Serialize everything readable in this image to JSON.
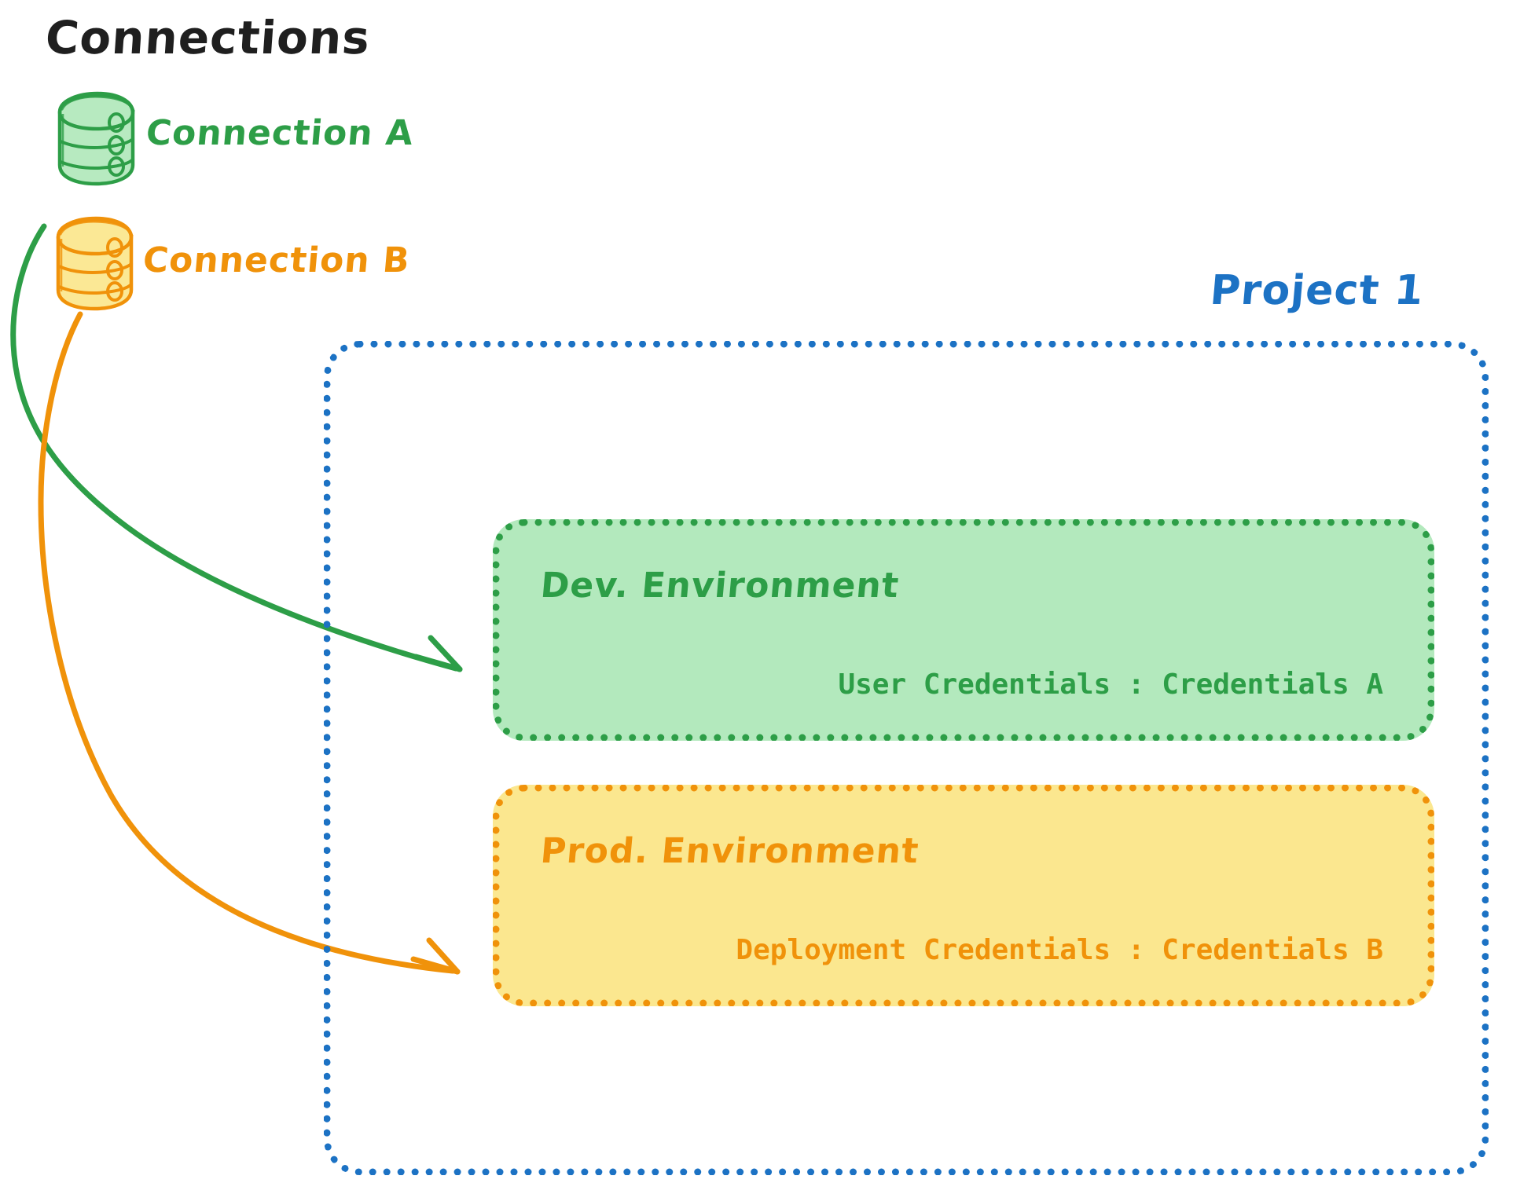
{
  "diagram": {
    "title": "Connections",
    "connections_heading": "Connections",
    "connections": [
      {
        "id": "connection-a",
        "label": "Connection A",
        "icon": "database-cylinder-icon",
        "color": "#2d9e47",
        "fill": "#b3e9bd"
      },
      {
        "id": "connection-b",
        "label": "Connection B",
        "icon": "database-cylinder-icon",
        "color": "#f0920a",
        "fill": "#fbe78f"
      }
    ],
    "project": {
      "title": "Project 1",
      "color": "#1c72c4",
      "environments": [
        {
          "id": "dev-environment",
          "title": "Dev. Environment",
          "credentials_label": "User Credentials",
          "credentials_value": "Credentials A",
          "credentials_line": "User Credentials : Credentials A",
          "color": "#2d9e47",
          "fill": "#b3e9bd"
        },
        {
          "id": "prod-environment",
          "title": "Prod. Environment",
          "credentials_label": "Deployment Credentials",
          "credentials_value": "Credentials B",
          "credentials_line": "Deployment Credentials : Credentials B",
          "color": "#f0920a",
          "fill": "#fbe78f"
        }
      ]
    },
    "arrows": [
      {
        "id": "arrow-connection-a-to-dev",
        "from": "connection-a",
        "to": "dev-environment",
        "color": "#2d9e47"
      },
      {
        "id": "arrow-connection-b-to-prod",
        "from": "connection-b",
        "to": "prod-environment",
        "color": "#f0920a"
      }
    ]
  }
}
